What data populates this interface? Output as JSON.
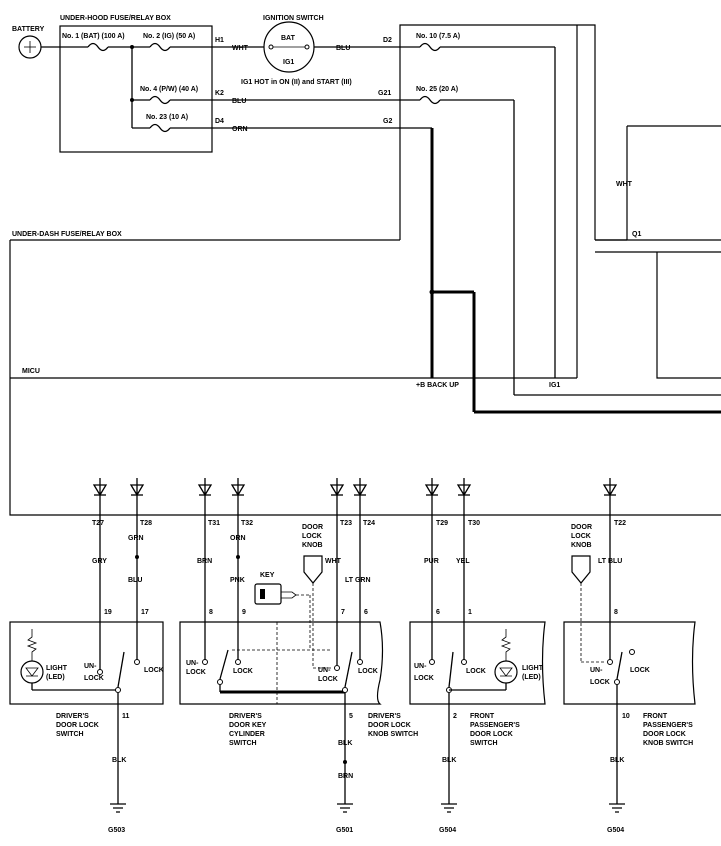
{
  "battery": "BATTERY",
  "underhood_box": "UNDER-HOOD FUSE/RELAY BOX",
  "fuses": {
    "f1": "No. 1 (BAT) (100 A)",
    "f2": "No. 2 (IG) (50 A)",
    "f4": "No. 4 (P/W) (40 A)",
    "f23": "No. 23 (10 A)",
    "f10": "No. 10 (7.5 A)",
    "f25": "No. 25 (20 A)"
  },
  "ignition": {
    "title": "IGNITION SWITCH",
    "bat": "BAT",
    "ig1": "IG1",
    "note": "IG1 HOT in ON (II) and START (III)"
  },
  "terminals": {
    "h1": "H1",
    "k2": "K2",
    "d4": "D4",
    "d2": "D2",
    "g21": "G21",
    "g2": "G2",
    "q1": "Q1",
    "ig1": "IG1",
    "backup": "+B BACK UP",
    "t27": "T27",
    "t28": "T28",
    "t31": "T31",
    "t32": "T32",
    "t23": "T23",
    "t24": "T24",
    "t29": "T29",
    "t30": "T30",
    "t22": "T22"
  },
  "wires": {
    "wht": "WHT",
    "blu": "BLU",
    "orn": "ORN",
    "gry": "GRY",
    "grn": "GRN",
    "brn": "BRN",
    "pnk": "PNK",
    "ltgrn": "LT GRN",
    "pur": "PUR",
    "yel": "YEL",
    "ltblu": "LT BLU",
    "blk": "BLK"
  },
  "underdash_box": "UNDER-DASH FUSE/RELAY BOX",
  "micu": "MICU",
  "pins": {
    "p19": "19",
    "p17": "17",
    "p11": "11",
    "p8": "8",
    "p9": "9",
    "p7": "7",
    "p6": "6",
    "p5": "5",
    "p6b": "6",
    "p1": "1",
    "p2": "2",
    "p8b": "8",
    "p10": "10"
  },
  "switch_labels": {
    "unlock": "UN-",
    "lock_suffix": "LOCK",
    "lock": "LOCK",
    "light": "LIGHT",
    "led": "(LED)",
    "key": "KEY",
    "door": "DOOR",
    "knob": "KNOB"
  },
  "components": {
    "driver_switch": [
      "DRIVER'S",
      "DOOR LOCK",
      "SWITCH"
    ],
    "key_cylinder": [
      "DRIVER'S",
      "DOOR KEY",
      "CYLINDER",
      "SWITCH"
    ],
    "driver_knob": [
      "DRIVER'S",
      "DOOR LOCK",
      "KNOB SWITCH"
    ],
    "front_pass_switch": [
      "FRONT",
      "PASSENGER'S",
      "DOOR LOCK",
      "SWITCH"
    ],
    "front_pass_knob": [
      "FRONT",
      "PASSENGER'S",
      "DOOR LOCK",
      "KNOB SWITCH"
    ]
  },
  "grounds": {
    "g503": "G503",
    "g501": "G501",
    "g504a": "G504",
    "g504b": "G504"
  }
}
